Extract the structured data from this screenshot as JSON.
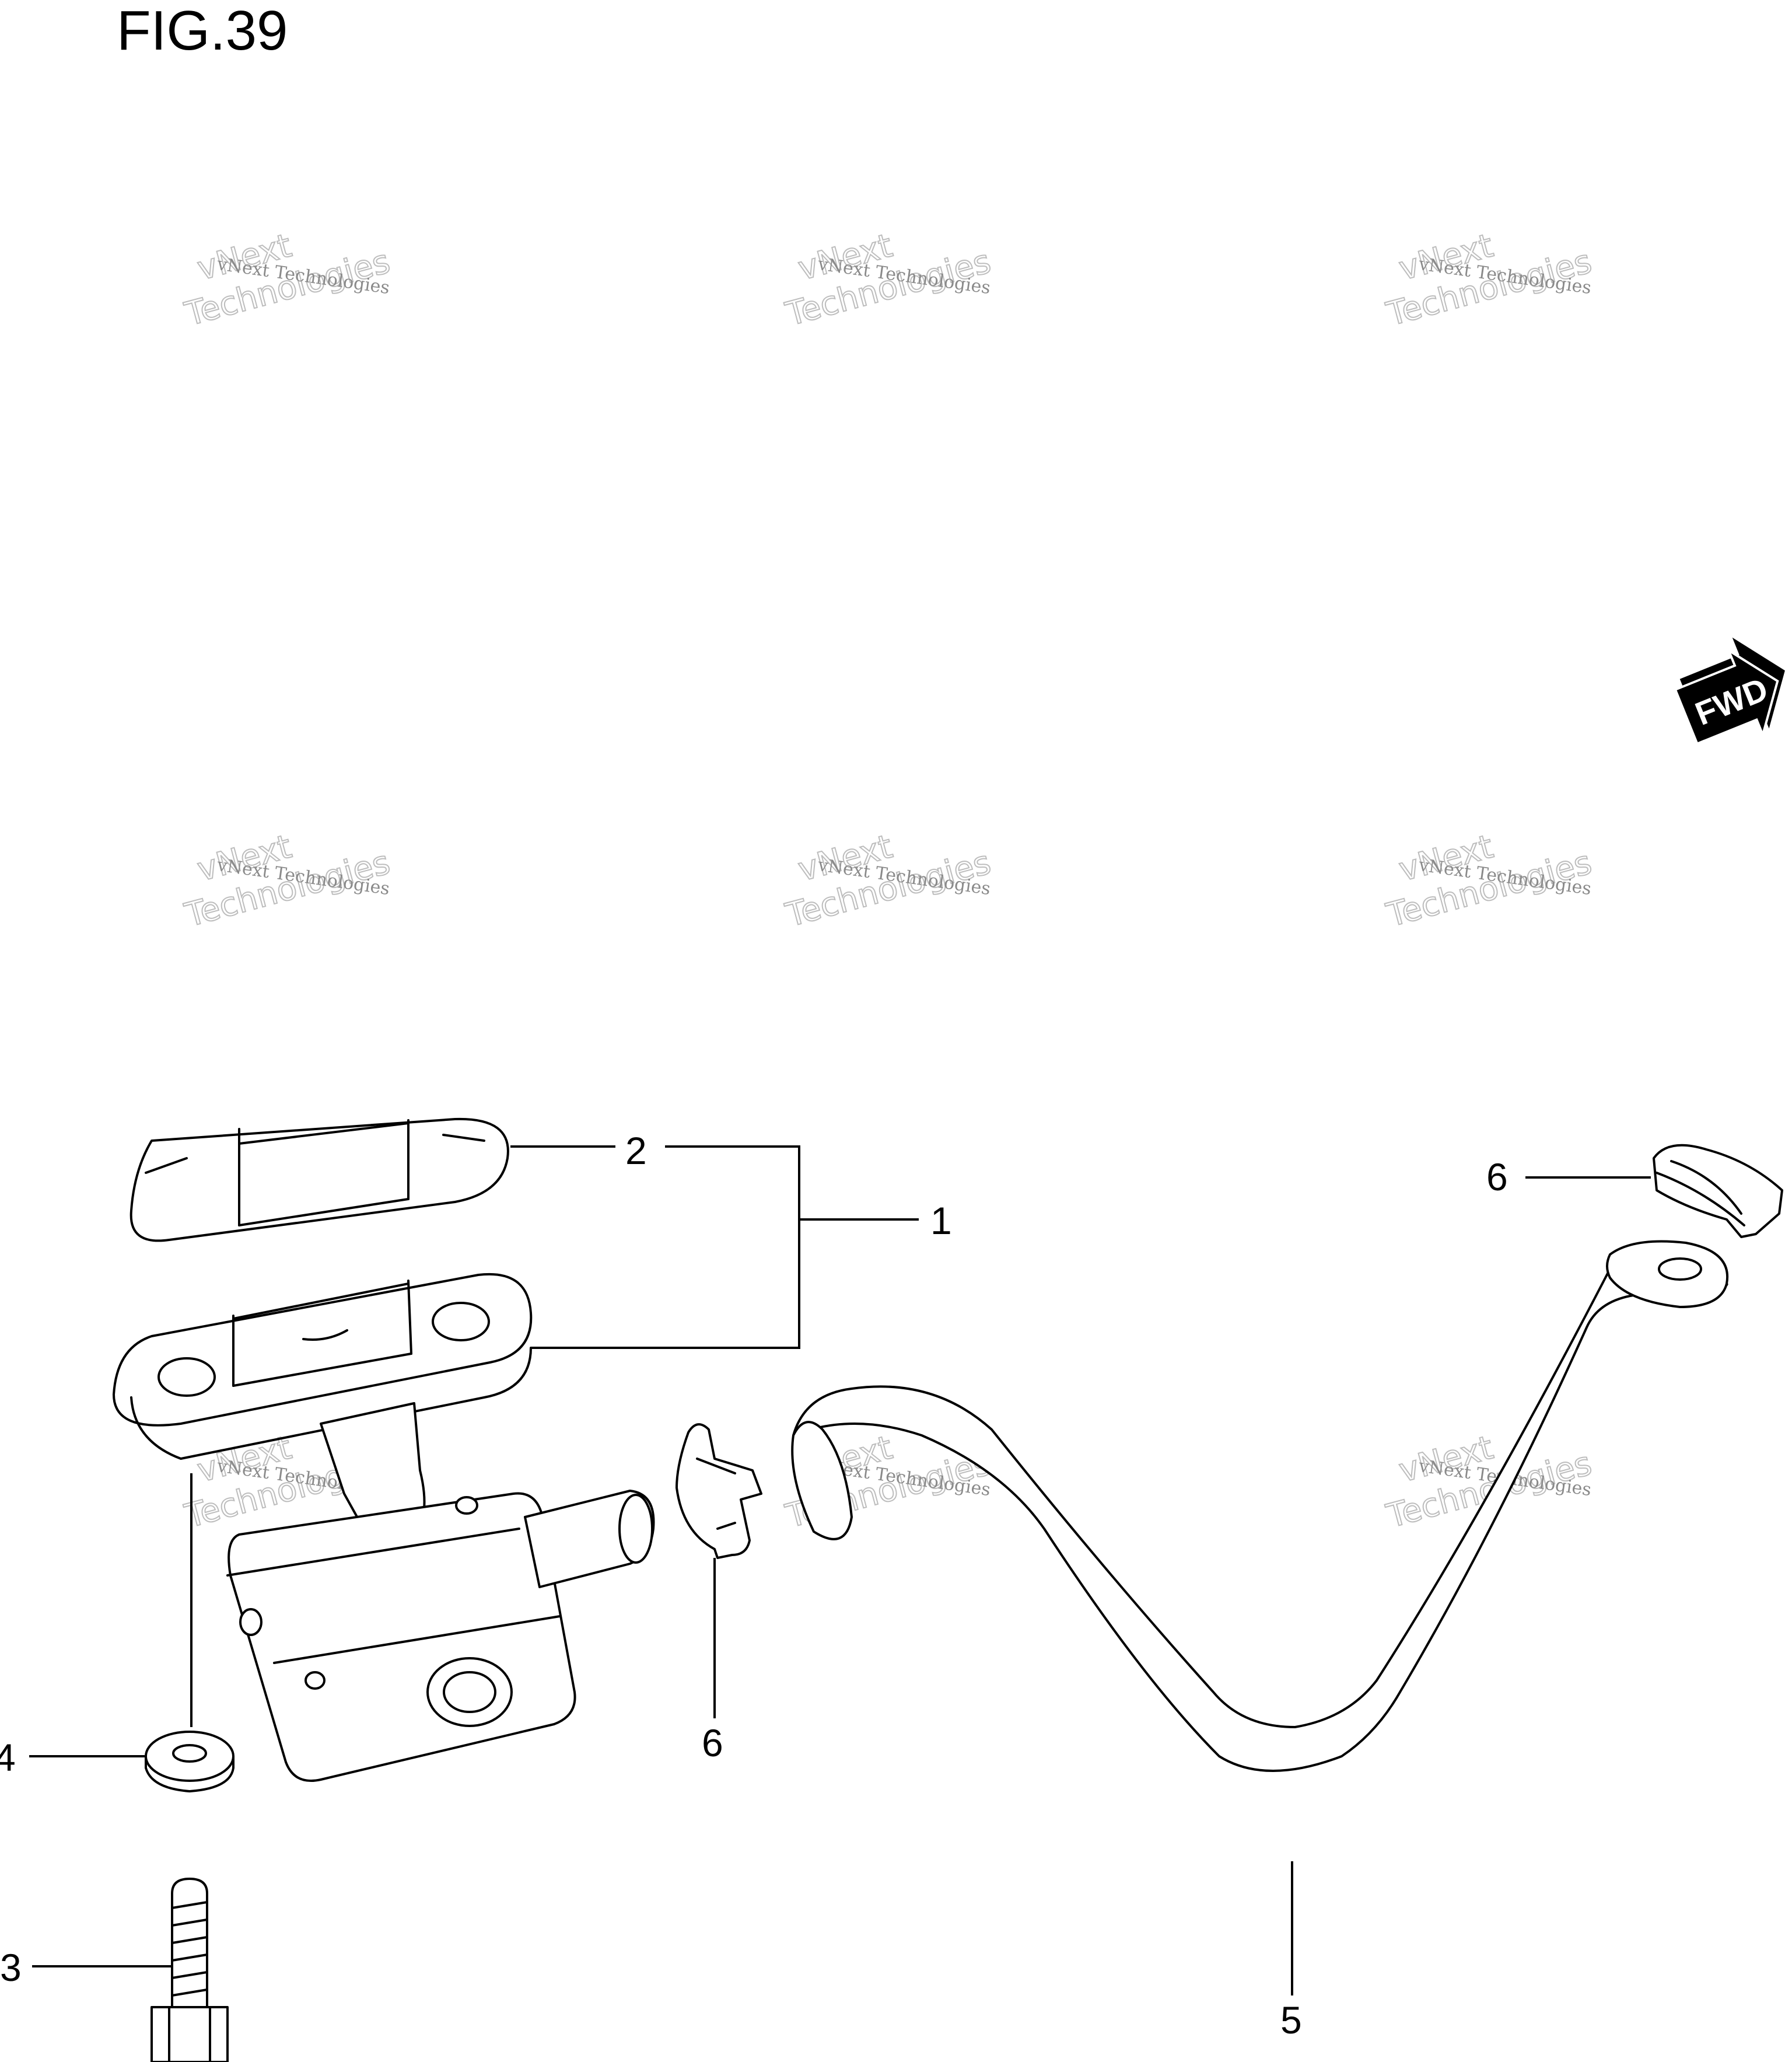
{
  "figure": {
    "title": "FIG.39"
  },
  "watermark": {
    "small": "vNext Technologies",
    "large_top": "vNext",
    "large_bottom": "Technologies"
  },
  "fwd_marker": {
    "label": "FWD"
  },
  "callouts": [
    "2",
    "1",
    "6",
    "4",
    "6",
    "3",
    "5"
  ]
}
